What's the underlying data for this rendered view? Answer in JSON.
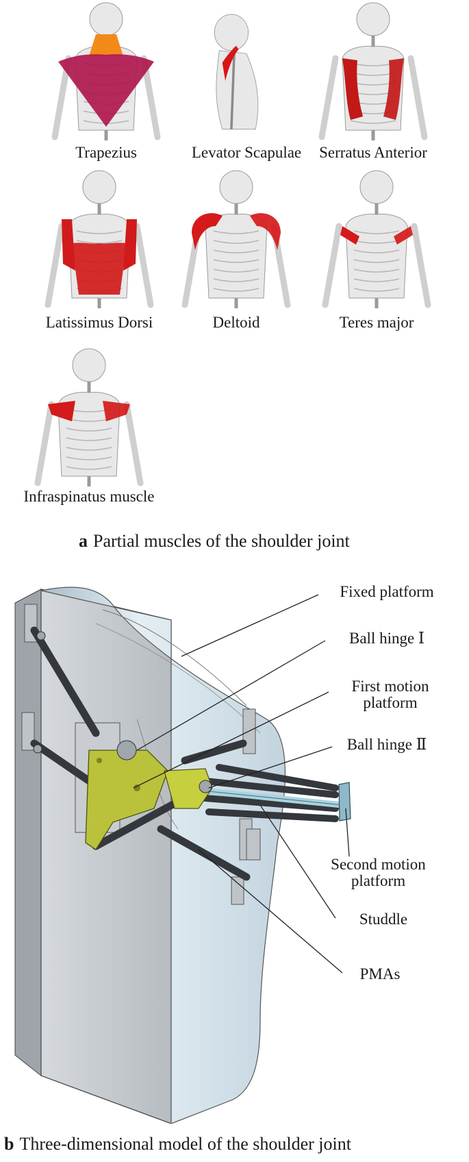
{
  "panel_a": {
    "caption_letter": "a",
    "caption_text": "Partial muscles of the shoulder joint",
    "muscles": [
      {
        "label": "Trapezius",
        "view": "back",
        "region": "trapezius",
        "muscle_color": "#b0174f",
        "accent_color": "#f28a1a"
      },
      {
        "label": "Levator Scapulae",
        "view": "side",
        "region": "levator",
        "muscle_color": "#d81616",
        "accent_color": ""
      },
      {
        "label": "Serratus Anterior",
        "view": "back",
        "region": "serratus",
        "muscle_color": "#c21818",
        "accent_color": ""
      },
      {
        "label": "Latissimus Dorsi",
        "view": "back",
        "region": "latissimus",
        "muscle_color": "#d11a1a",
        "accent_color": ""
      },
      {
        "label": "Deltoid",
        "view": "back",
        "region": "deltoid",
        "muscle_color": "#d61a1a",
        "accent_color": ""
      },
      {
        "label": "Teres major",
        "view": "back",
        "region": "teres",
        "muscle_color": "#d41a1a",
        "accent_color": ""
      },
      {
        "label": "Infraspinatus muscle",
        "view": "back",
        "region": "infraspinatus",
        "muscle_color": "#d41a1a",
        "accent_color": ""
      }
    ]
  },
  "panel_b": {
    "caption_letter": "b",
    "caption_text": "Three-dimensional model of the shoulder joint",
    "callouts": [
      {
        "id": "fixed",
        "lines": [
          "Fixed platform"
        ]
      },
      {
        "id": "ball1",
        "lines": [
          "Ball hinge Ⅰ"
        ]
      },
      {
        "id": "first",
        "lines": [
          "First motion",
          "platform"
        ]
      },
      {
        "id": "ball2",
        "lines": [
          "Ball hinge Ⅱ"
        ]
      },
      {
        "id": "second",
        "lines": [
          "Second motion",
          "platform"
        ]
      },
      {
        "id": "studdle",
        "lines": [
          "Studdle"
        ]
      },
      {
        "id": "pmas",
        "lines": [
          "PMAs"
        ]
      }
    ],
    "colors": {
      "plate": "#c4c9ce",
      "shell": "#d9e6ee",
      "platform": "#b9c23a",
      "pma": "#3b3e42",
      "studdle": "#a9d3e0"
    }
  }
}
